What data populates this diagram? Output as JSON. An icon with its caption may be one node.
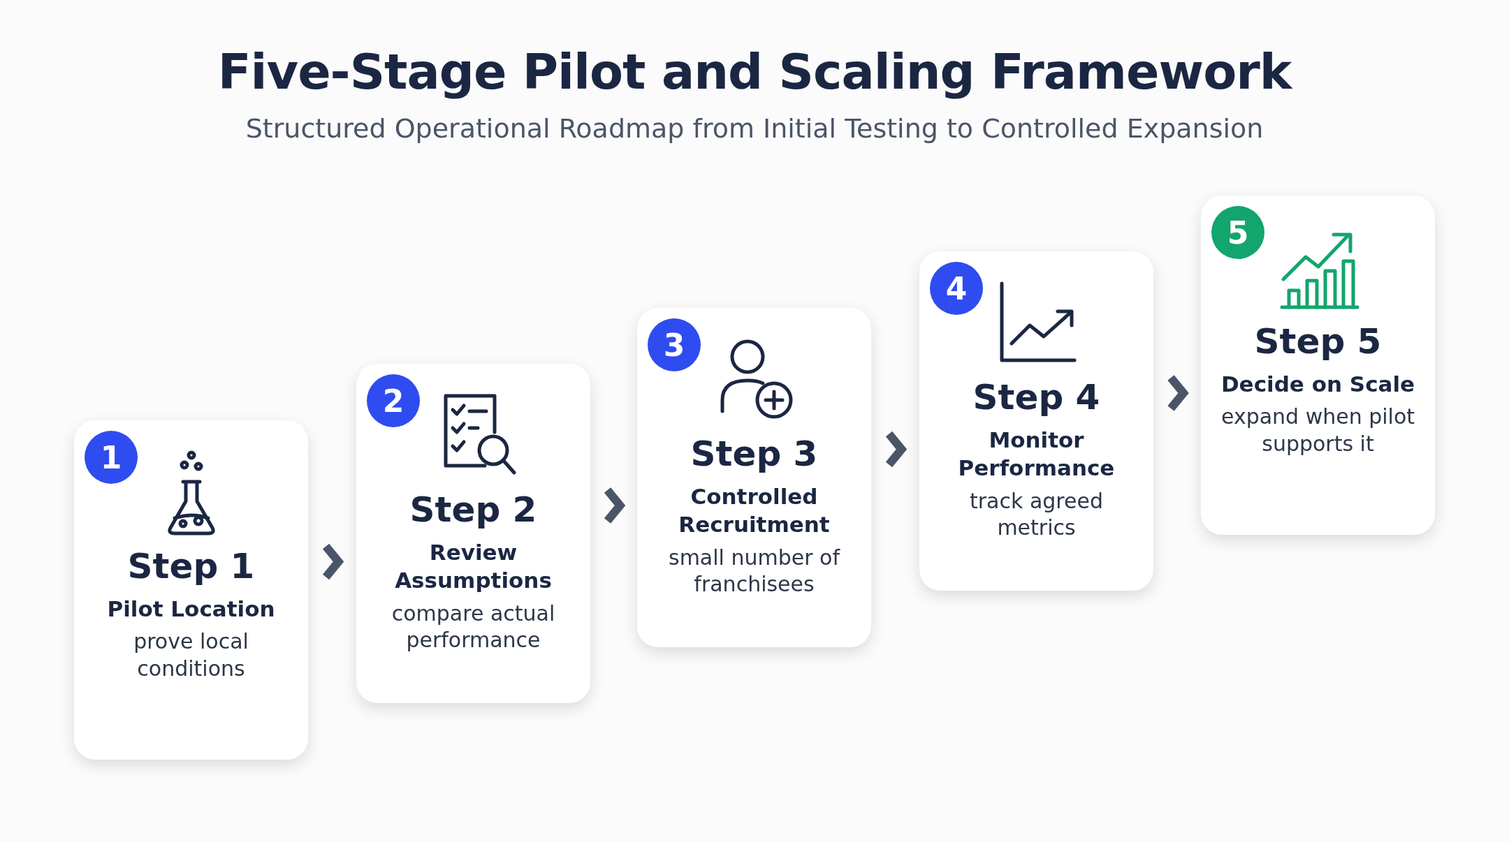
{
  "diagram": {
    "title": "Five-Stage Pilot and Scaling Framework",
    "caption": "Structured Operational Roadmap from Initial Testing to Controlled Expansion",
    "nodes": [
      {
        "text": [
          "Step 1",
          "Pilot Location",
          "prove local conditions"
        ]
      },
      {
        "text": [
          "1"
        ],
        "in": 0
      },
      {
        "text": [
          "Step 2",
          "Review Assumptions",
          "compare actual performance"
        ]
      },
      {
        "text": [
          "2"
        ],
        "in": 2
      },
      {
        "text": [
          "Step 3",
          "Controlled Recruitment",
          "small number of franchisees"
        ]
      },
      {
        "text": [
          "3"
        ],
        "in": 4
      },
      {
        "text": [
          "Step 4",
          "Monitor Performance",
          "track agreed metrics"
        ]
      },
      {
        "text": [
          "4"
        ],
        "in": 6
      },
      {
        "text": [
          "Step 5",
          "Decide on Scale",
          "expand when pilot supports it"
        ]
      },
      {
        "text": [
          "5"
        ],
        "in": 8
      }
    ],
    "edges": [
      {
        "from": 0,
        "to": 2,
        "arrow": "to"
      },
      {
        "from": 2,
        "to": 4,
        "arrow": "to"
      },
      {
        "from": 4,
        "to": 6,
        "arrow": "to"
      },
      {
        "from": 6,
        "to": 8,
        "arrow": "to"
      }
    ]
  }
}
